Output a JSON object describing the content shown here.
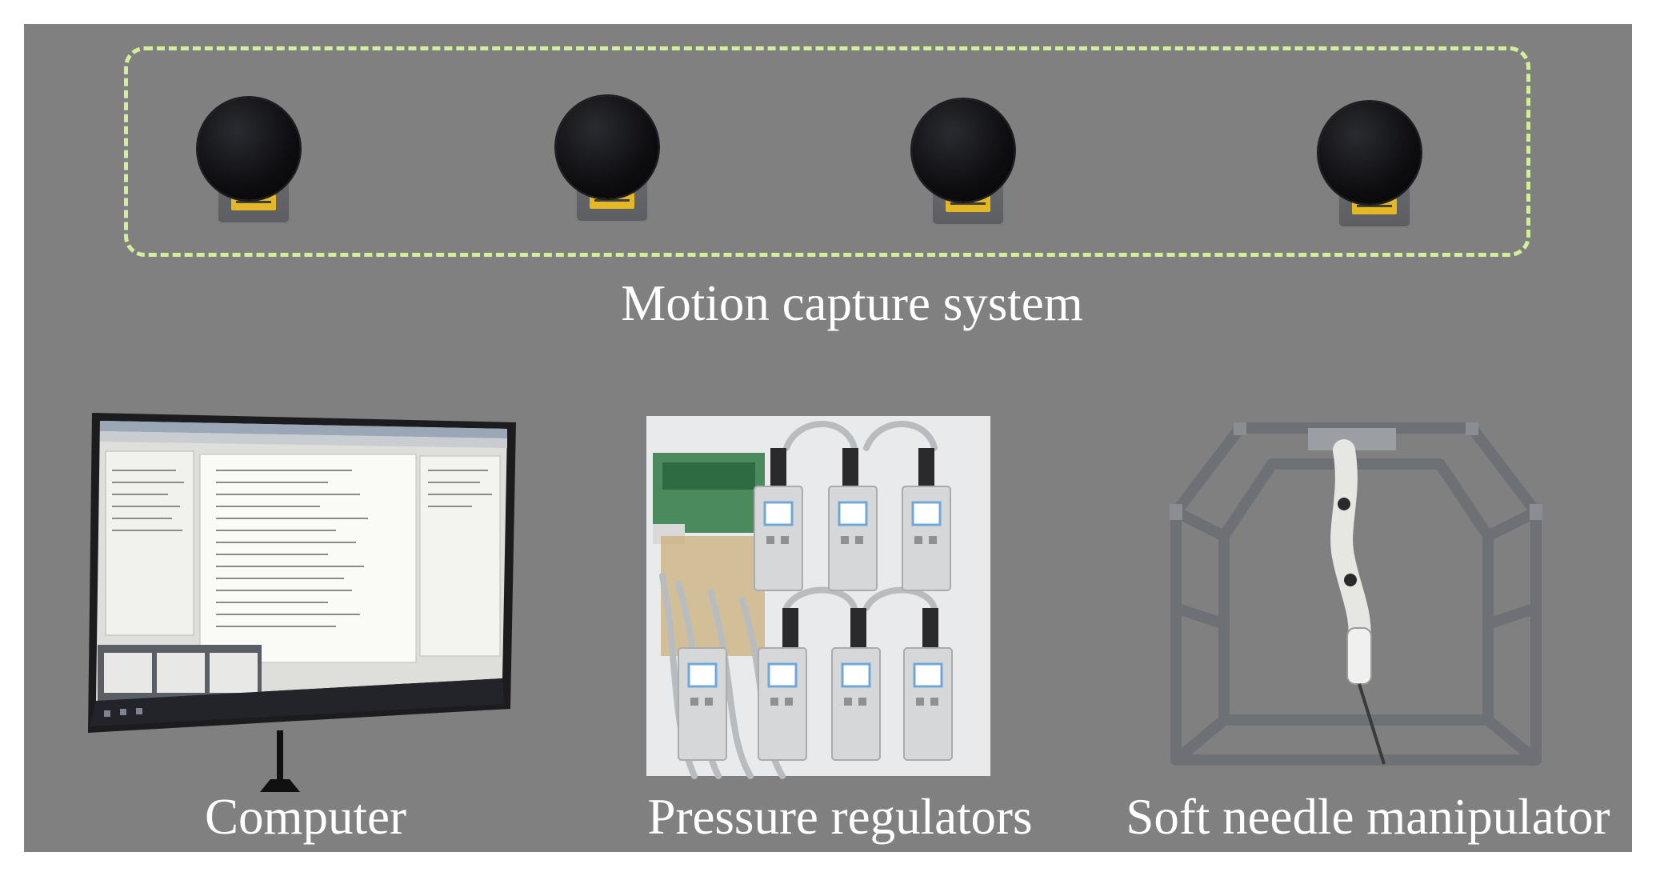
{
  "labels": {
    "motion_capture": "Motion capture system",
    "computer": "Computer",
    "pressure_regulators": "Pressure regulators",
    "soft_needle_manipulator": "Soft needle manipulator"
  },
  "colors": {
    "panel_background": "#808080",
    "mocap_outline": "#d2f09a",
    "label_text": "#ffffff"
  },
  "icons": {
    "cameras": "motion-capture-camera-icon",
    "computer": "monitor-icon",
    "pressure_regulators": "pressure-regulator-icon",
    "manipulator": "needle-manipulator-icon"
  }
}
